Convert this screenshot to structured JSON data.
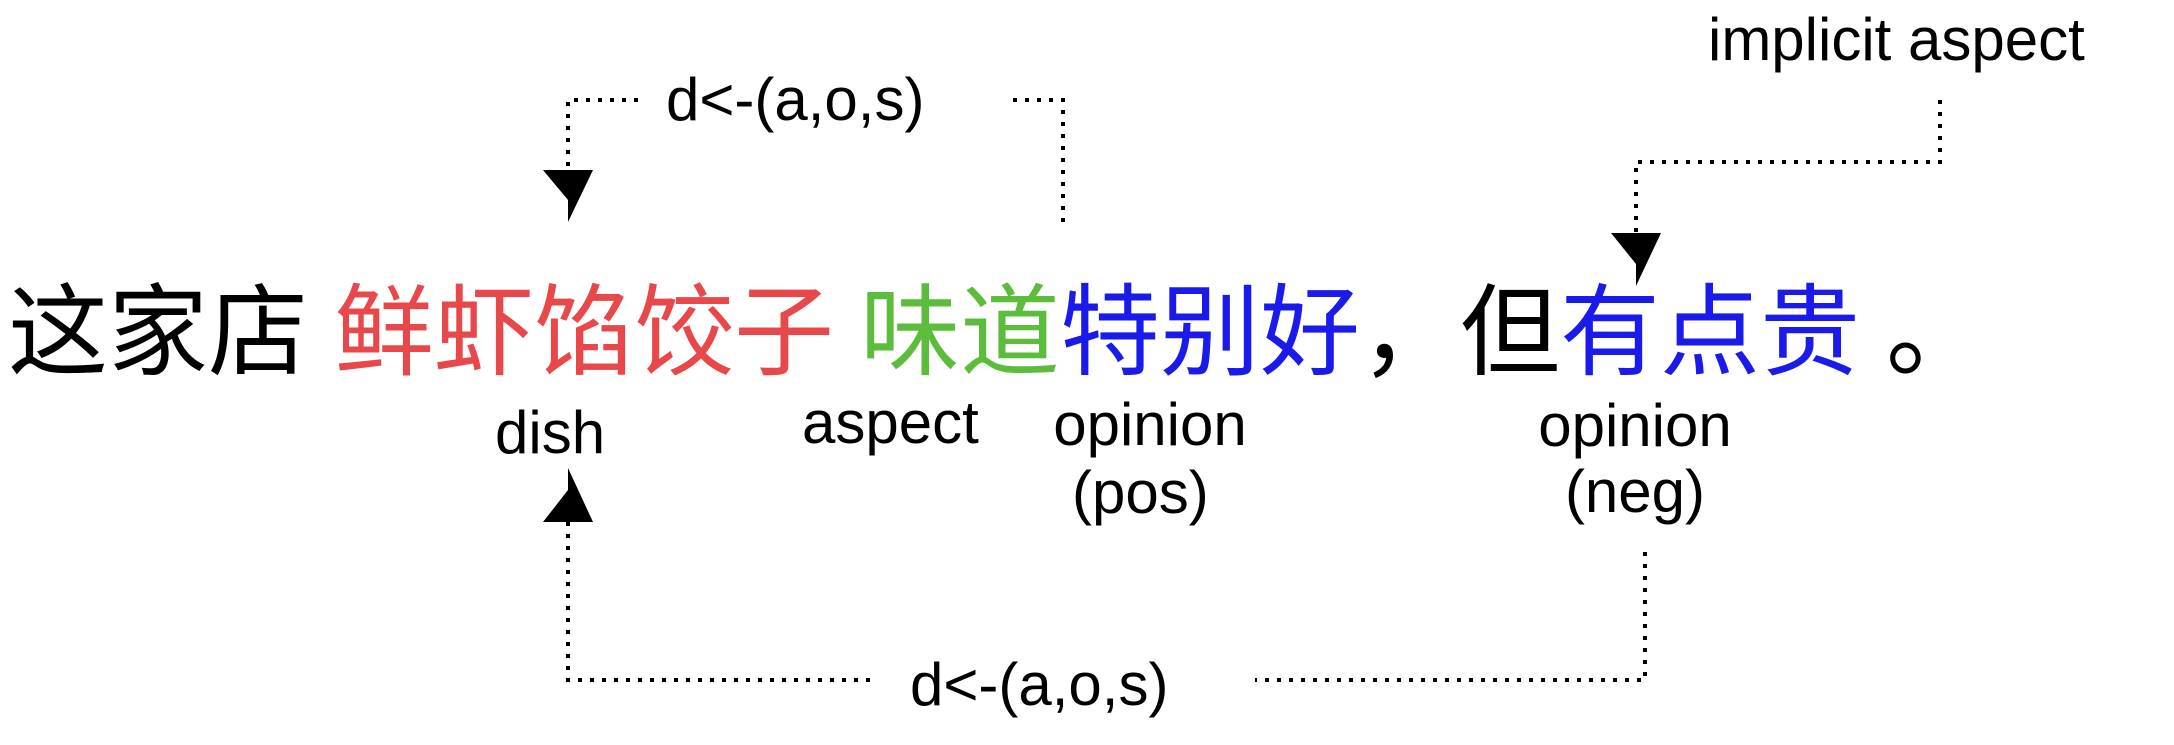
{
  "sentence": {
    "prefix": "这家店",
    "dish": "鲜虾馅饺子",
    "aspect": "味道",
    "opinion_pos": "特别好",
    "comma": "，",
    "but": "但",
    "opinion_neg": "有点贵",
    "period": "。"
  },
  "labels": {
    "dish": "dish",
    "aspect": "aspect",
    "opinion_pos_line1": "opinion",
    "opinion_pos_line2": "(pos)",
    "opinion_neg_line1": "opinion",
    "opinion_neg_line2": "(neg)",
    "implicit_aspect": "implicit aspect",
    "relation_top": "d<-(a,o,s)",
    "relation_bottom": "d<-(a,o,s)"
  },
  "colors": {
    "dish": "#e8484a",
    "aspect": "#5cbd3c",
    "opinion": "#1a1aeb",
    "text": "#000000"
  }
}
